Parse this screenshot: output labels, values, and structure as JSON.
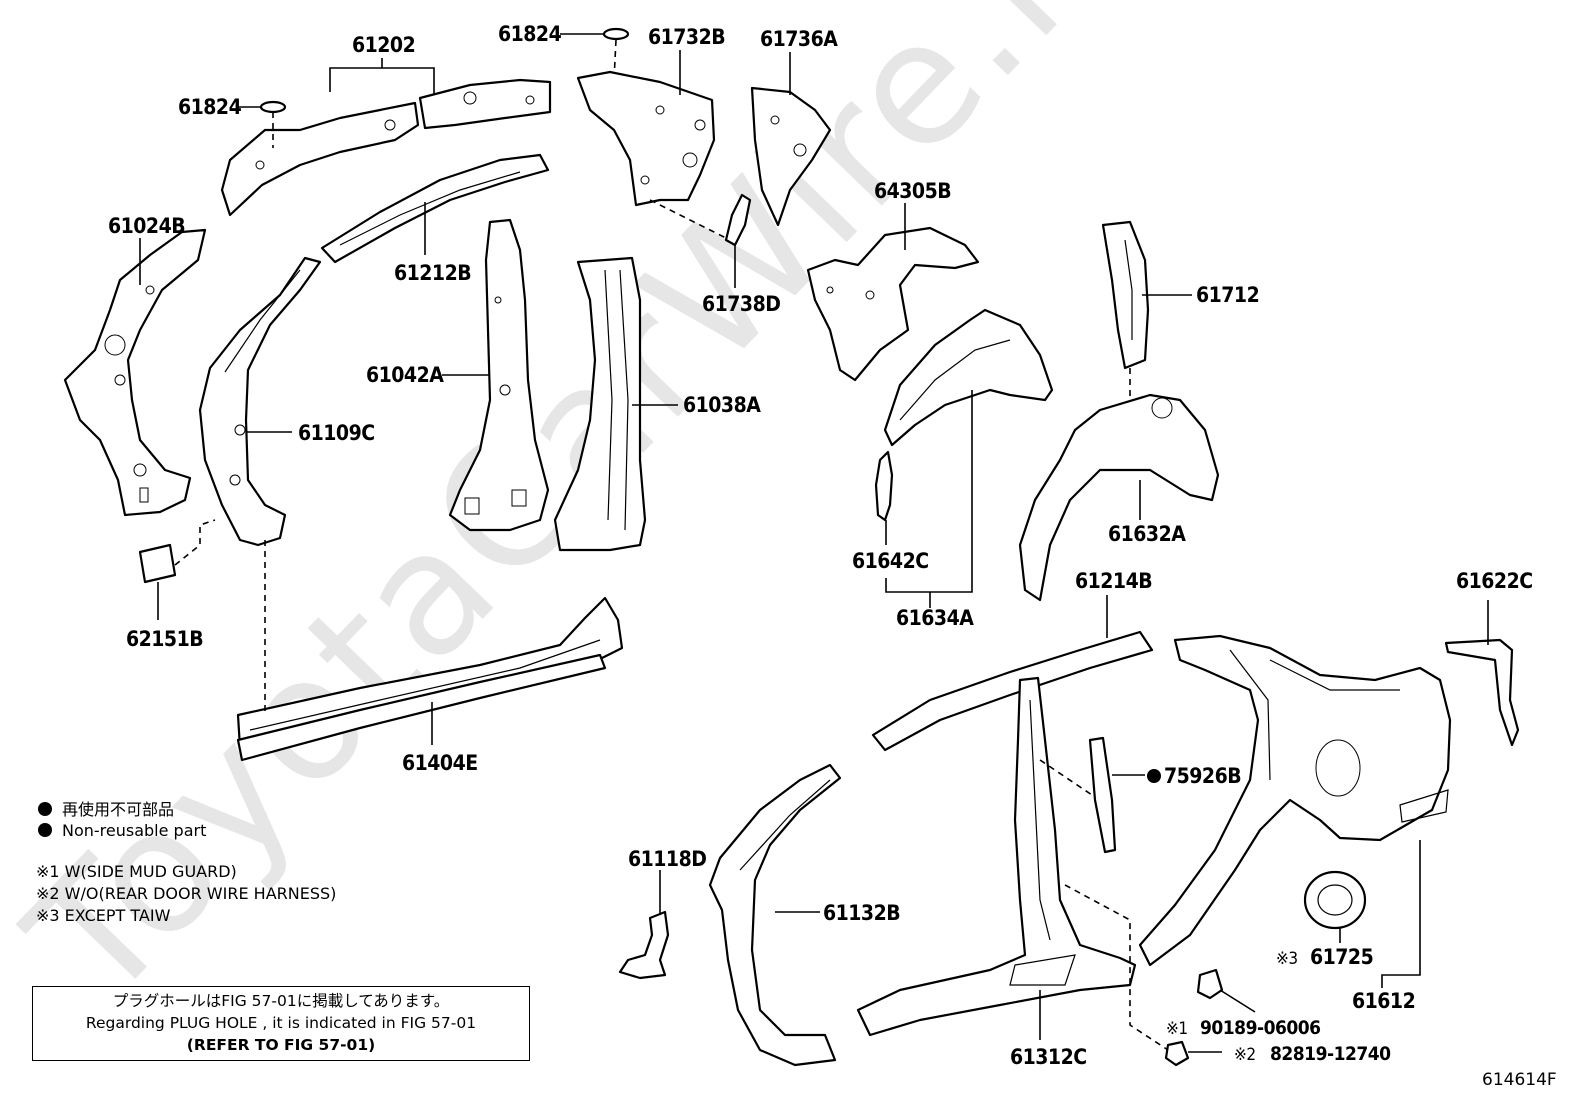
{
  "watermark": "ToyotaCarWire.ru",
  "labels": {
    "p61202": "61202",
    "p61824_top": "61824",
    "p61824_left": "61824",
    "p61732B": "61732B",
    "p61736A": "61736A",
    "p61024B": "61024B",
    "p61212B": "61212B",
    "p61738D": "61738D",
    "p64305B": "64305B",
    "p61712": "61712",
    "p61042A": "61042A",
    "p61038A": "61038A",
    "p61109C": "61109C",
    "p61642C": "61642C",
    "p61632A": "61632A",
    "p62151B": "62151B",
    "p61634A": "61634A",
    "p61214B": "61214B",
    "p61622C": "61622C",
    "p61404E": "61404E",
    "p75926B": "75926B",
    "p61118D": "61118D",
    "p61132B": "61132B",
    "p61725": "61725",
    "p61725_mark": "※3",
    "p61612": "61612",
    "p90189": "90189-06006",
    "p90189_mark": "※1",
    "p82819": "82819-12740",
    "p82819_mark": "※2",
    "p61312C": "61312C"
  },
  "legend": {
    "jp": "再使用不可部品",
    "en": "Non-reusable part"
  },
  "notes": [
    "※1 W(SIDE MUD GUARD)",
    "※2 W/O(REAR DOOR WIRE HARNESS)",
    "※3 EXCEPT TAIW"
  ],
  "plug_box": {
    "line1": "プラグホールはFIG 57-01に掲載してあります。",
    "line2": "Regarding PLUG HOLE , it is indicated in FIG 57-01",
    "line3": "(REFER TO FIG 57-01)"
  },
  "figure_code": "614614F"
}
